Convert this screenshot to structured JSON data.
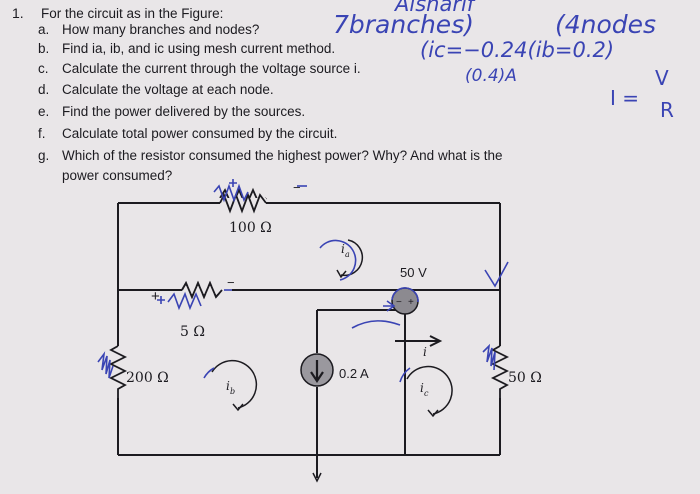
{
  "question": {
    "number": "1.",
    "intro": "For the circuit as in the Figure:",
    "items": [
      {
        "letter": "a.",
        "text": "How many branches and nodes?"
      },
      {
        "letter": "b.",
        "text": "Find ia, ib, and ic using mesh current method."
      },
      {
        "letter": "c.",
        "text": "Calculate the current through the voltage source i."
      },
      {
        "letter": "d.",
        "text": "Calculate the voltage at each node."
      },
      {
        "letter": "e.",
        "text": "Find the power delivered by the sources."
      },
      {
        "letter": "f.",
        "text": "Calculate total power consumed by the circuit."
      },
      {
        "letter": "g.",
        "text": "Which of the resistor consumed the highest power? Why? And what is the"
      },
      {
        "letter": "",
        "text": "power consumed?"
      }
    ]
  },
  "handwriting": {
    "name": "Alsharif",
    "branches": "7branches)",
    "nodes": "(4nodes",
    "answer_b": "(ic=−0.24(ib=0.2)",
    "answer_c": "(0.4)A",
    "formula_num": "V",
    "formula_lhs": "I =",
    "formula_den": "R"
  },
  "circuit": {
    "r_top": "100 Ω",
    "r_mid": "5 Ω",
    "r_left": "200 Ω",
    "r_right": "50 Ω",
    "v_source": "50 V",
    "i_source": "0.2 A",
    "mesh_a": "i",
    "mesh_a_sub": "a",
    "mesh_b": "i",
    "mesh_b_sub": "b",
    "mesh_c": "i",
    "mesh_c_sub": "c",
    "branch_current": "i",
    "plus": "+",
    "minus": "−"
  }
}
